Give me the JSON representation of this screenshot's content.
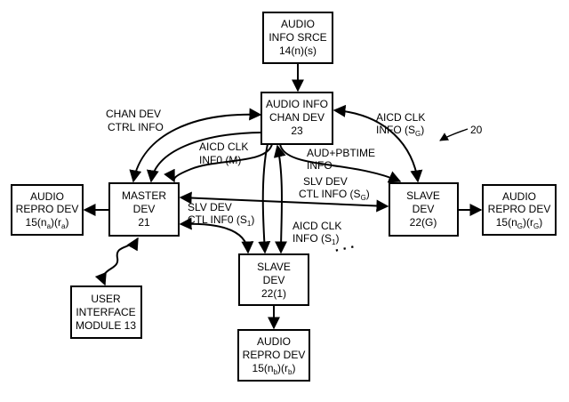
{
  "figure_ref": "20",
  "boxes": {
    "audio_info_source": {
      "lines": [
        "AUDIO",
        "INFO SRCE",
        "14(n)(s)"
      ]
    },
    "audio_info_channel": {
      "lines": [
        "AUDIO INFO",
        "CHAN DEV",
        "23"
      ]
    },
    "master_dev": {
      "lines": [
        "MASTER",
        "DEV",
        "21"
      ]
    },
    "slave_dev_g": {
      "lines": [
        "SLAVE",
        "DEV",
        "22(G)"
      ]
    },
    "slave_dev_1": {
      "lines": [
        "SLAVE",
        "DEV",
        "22(1)"
      ]
    },
    "audio_repro_a": {
      "line1": "AUDIO",
      "line2": "REPRO DEV",
      "line3_pre": "15(n",
      "line3_sub1": "a",
      "line3_mid": ")(r",
      "line3_sub2": "a",
      "line3_post": ")"
    },
    "audio_repro_g": {
      "line1": "AUDIO",
      "line2": "REPRO DEV",
      "line3_pre": "15(n",
      "line3_sub1": "G",
      "line3_mid": ")(r",
      "line3_sub2": "G",
      "line3_post": ")"
    },
    "audio_repro_b": {
      "line1": "AUDIO",
      "line2": "REPRO DEV",
      "line3_pre": "15(n",
      "line3_sub1": "b",
      "line3_mid": ")(r",
      "line3_sub2": "b",
      "line3_post": ")"
    },
    "user_interface": {
      "lines": [
        "USER",
        "INTERFACE",
        "MODULE 13"
      ]
    }
  },
  "labels": {
    "chan_dev_ctrl": [
      "CHAN DEV",
      "CTRL INFO"
    ],
    "aicd_clk_m": [
      "AICD CLK",
      "INF0 (M)"
    ],
    "aicd_clk_sg": {
      "line1": "AICD CLK",
      "line2_pre": "INFO (S",
      "line2_sub": "G",
      "line2_post": ")"
    },
    "aud_pbtime": [
      "AUD+PBTIME",
      "INFO"
    ],
    "slv_dev_ctl_sg": {
      "line1": "SLV DEV",
      "line2_pre": "CTL INFO (S",
      "line2_sub": "G",
      "line2_post": ")"
    },
    "slv_dev_ctl_s1": {
      "line1": "SLV DEV",
      "line2_pre": "CTL INF0 (S",
      "line2_sub": "1",
      "line2_post": ")"
    },
    "aicd_clk_s1": {
      "line1": "AICD CLK",
      "line2_pre": "INFO (S",
      "line2_sub": "1",
      "line2_post": ")"
    },
    "ellipsis": ". . ."
  }
}
